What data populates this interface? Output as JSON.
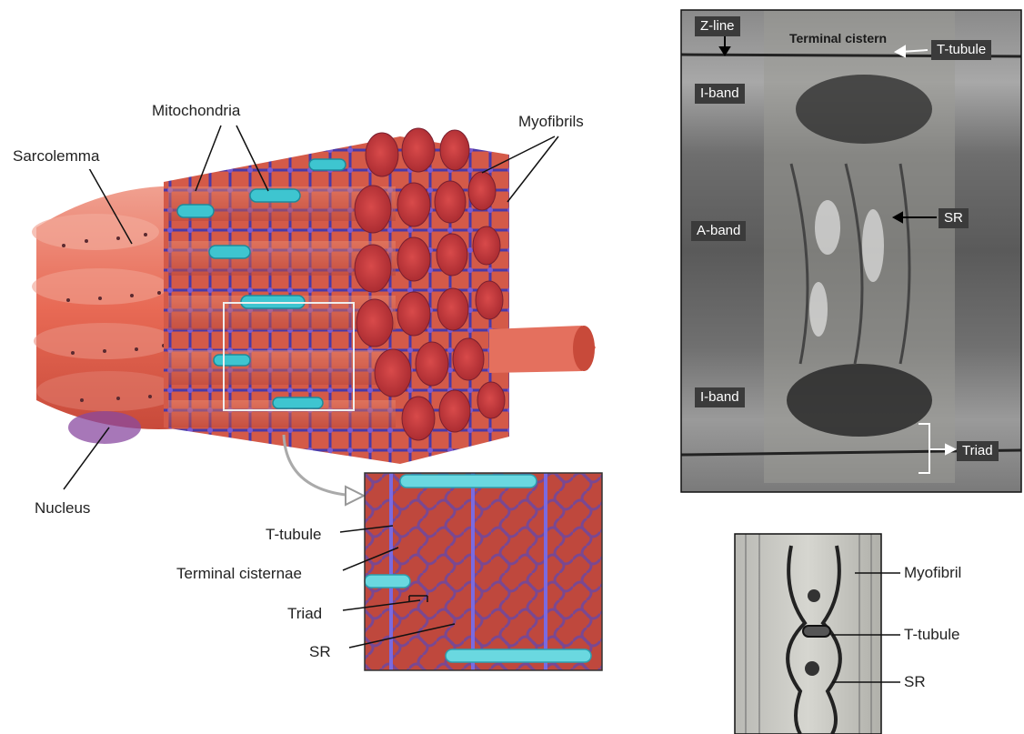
{
  "left_diagram": {
    "labels": {
      "mitochondria": "Mitochondria",
      "sarcolemma": "Sarcolemma",
      "myofibrils": "Myofibrils",
      "nucleus": "Nucleus"
    },
    "inset_labels": {
      "t_tubule": "T-tubule",
      "terminal_cisternae": "Terminal cisternae",
      "triad": "Triad",
      "sr": "SR"
    }
  },
  "em_micrograph": {
    "labels": {
      "z_line": "Z-line",
      "terminal_cistern": "Terminal cistern",
      "t_tubule": "T-tubule",
      "i_band_top": "I-band",
      "a_band": "A-band",
      "sr": "SR",
      "i_band_bottom": "I-band",
      "triad": "Triad"
    }
  },
  "small_micrograph": {
    "labels": {
      "myofibril": "Myofibril",
      "t_tubule": "T-tubule",
      "sr": "SR"
    }
  }
}
